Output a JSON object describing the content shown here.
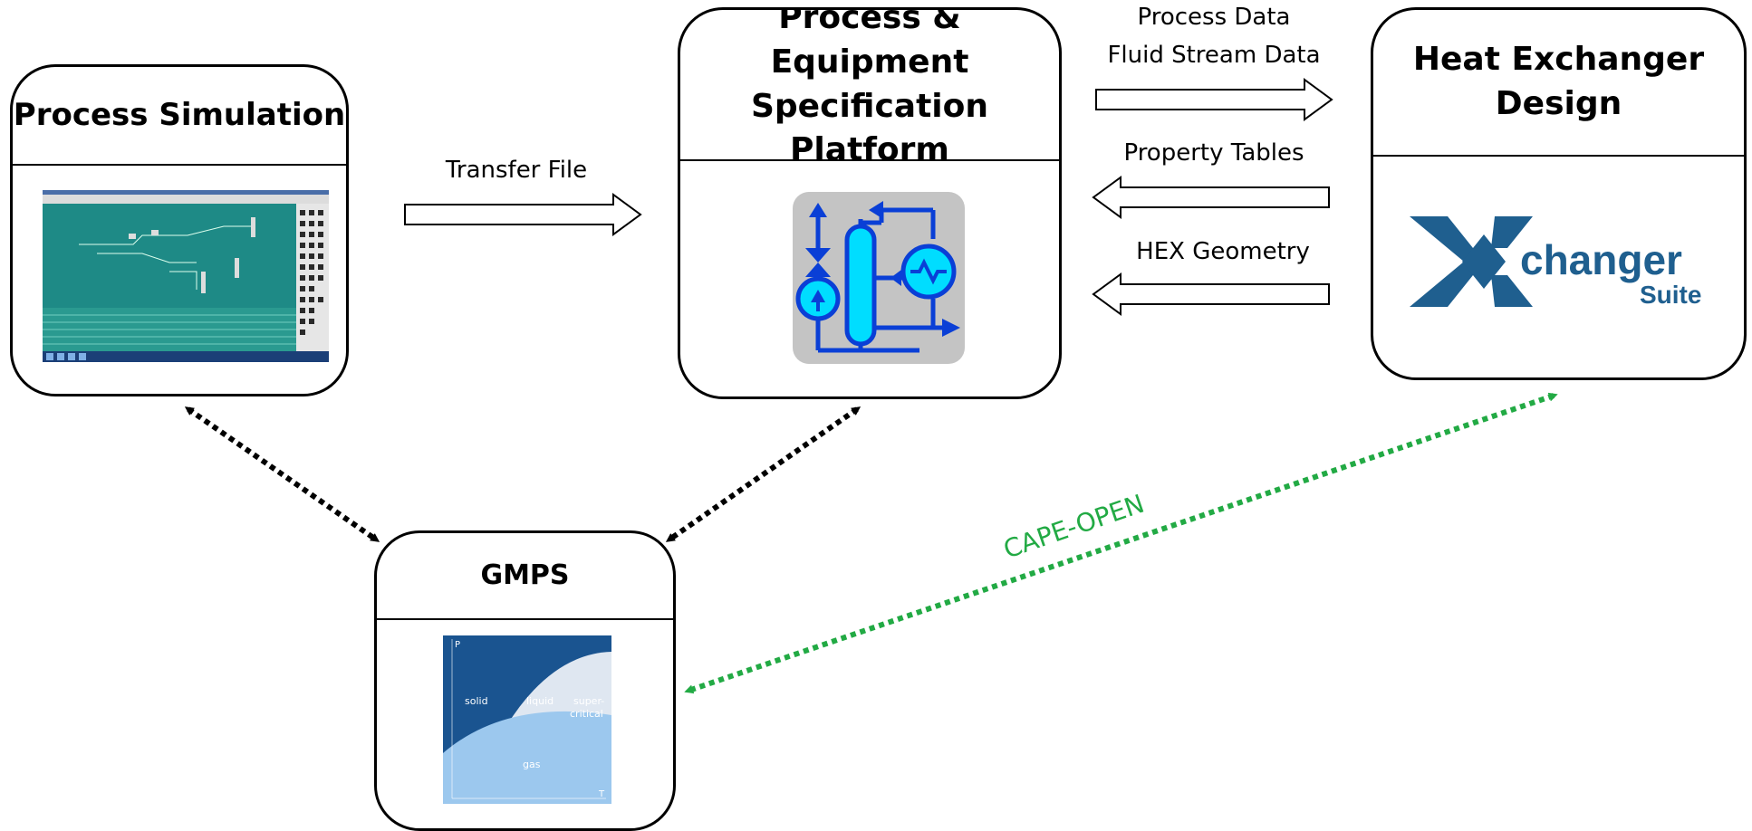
{
  "nodes": {
    "process_simulation": {
      "title": "Process Simulation"
    },
    "platform": {
      "title_line1": "Process & Equipment",
      "title_line2": "Specification Platform"
    },
    "heat_exchanger": {
      "title_line1": "Heat Exchanger",
      "title_line2": "Design",
      "logo_word": "changer",
      "logo_suite": "Suite"
    },
    "gmps": {
      "title": "GMPS",
      "phase_labels": {
        "solid": "solid",
        "liquid": "liquid",
        "supercritical_1": "super-",
        "supercritical_2": "critical",
        "gas": "gas"
      },
      "axis_p": "P",
      "axis_t": "T"
    }
  },
  "edges": {
    "transfer_file": "Transfer File",
    "process_data": "Process Data",
    "fluid_stream_data": "Fluid Stream Data",
    "property_tables": "Property Tables",
    "hex_geometry": "HEX Geometry",
    "cape_open": "CAPE-OPEN"
  },
  "colors": {
    "cape_open": "#22aa44",
    "icon_blue": "#0a3fd6",
    "icon_cyan": "#00ddff",
    "xchanger_blue": "#1f5f8f",
    "phase_dark": "#1a5490",
    "phase_light": "#9cc8ee"
  }
}
